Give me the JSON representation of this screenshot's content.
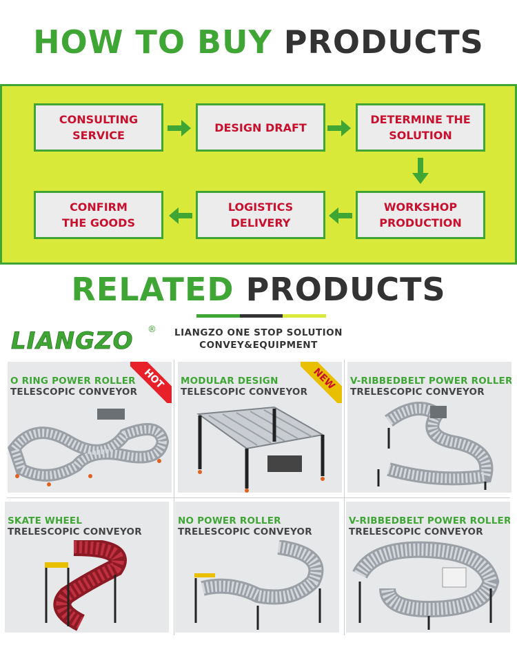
{
  "heading_buy": {
    "green": "HOW TO BUY",
    "dark": "PRODUCTS"
  },
  "process_steps": [
    "CONSULTING\nSERVICE",
    "DESIGN DRAFT",
    "DETERMINE THE\nSOLUTION",
    "WORKSHOP\nPRODUCTION",
    "LOGISTICS\nDELIVERY",
    "CONFIRM\nTHE GOODS"
  ],
  "heading_related": {
    "green": "RELATED",
    "dark": "PRODUCTS"
  },
  "logo": {
    "text": "LIANGZO",
    "mark": "®"
  },
  "tagline": {
    "line1": "LIANGZO ONE STOP SOLUTION",
    "line2": "CONVEY&EQUIPMENT"
  },
  "colors": {
    "green": "#3fa535",
    "lime": "#d8e93a",
    "red": "#c8102e",
    "dark": "#333333",
    "gray": "#444444"
  },
  "products": [
    {
      "line1": "O RING POWER ROLLER",
      "line2": "TELESCOPIC CONVEYOR",
      "badge": "HOT",
      "badge_color": "#e8202a"
    },
    {
      "line1": "MODULAR DESIGN",
      "line2": "TELESCOPIC CONVEYOR",
      "badge": "NEW",
      "badge_color": "#e8c000"
    },
    {
      "line1": "V-RIBBEDBELT POWER ROLLER",
      "line2": "TRELESCOPIC CONVEYOR"
    },
    {
      "line1": "SKATE WHEEL",
      "line2": "TRELESCOPIC CONVEYOR"
    },
    {
      "line1": "NO POWER ROLLER",
      "line2": "TRELESCOPIC CONVEYOR"
    },
    {
      "line1": "V-RIBBEDBELT POWER ROLLER",
      "line2": "TRELESCOPIC CONVEYOR"
    }
  ]
}
